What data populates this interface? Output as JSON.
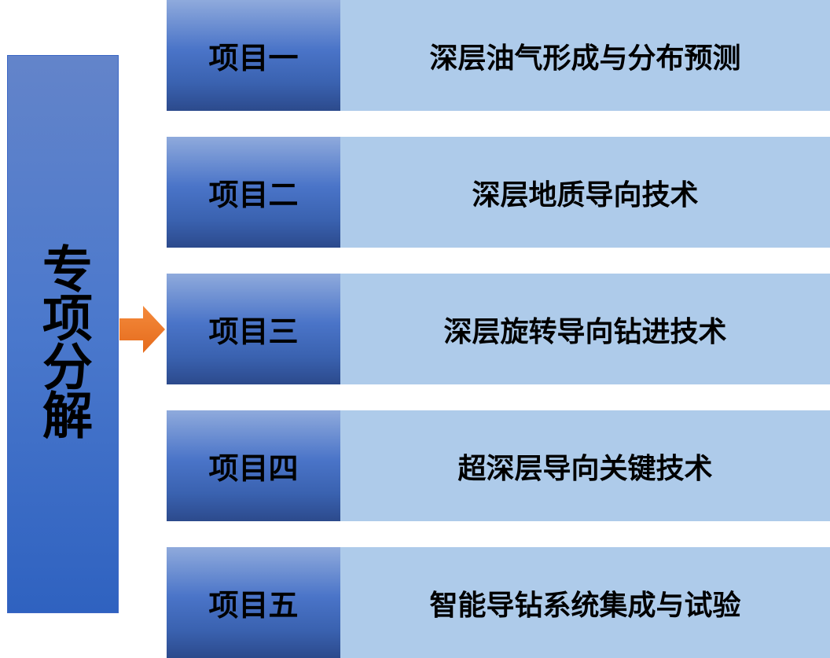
{
  "side_title": "专项分解",
  "colors": {
    "accent_arrow": "#f07a2a",
    "label_bg": "#4a74c8",
    "text_bg": "#aecbea"
  },
  "items": [
    {
      "label": "项目一",
      "title": "深层油气形成与分布预测"
    },
    {
      "label": "项目二",
      "title": "深层地质导向技术"
    },
    {
      "label": "项目三",
      "title": "深层旋转导向钻进技术"
    },
    {
      "label": "项目四",
      "title": "超深层导向关键技术"
    },
    {
      "label": "项目五",
      "title": "智能导钻系统集成与试验"
    }
  ]
}
